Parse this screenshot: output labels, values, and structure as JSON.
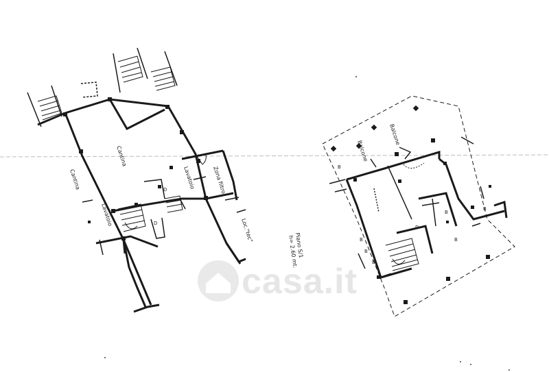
{
  "watermark": {
    "text": "casa.it"
  },
  "left_plan": {
    "labels": {
      "cantina_1": "Cantina",
      "cantina_2": "Cantina",
      "lavatoio_1": "Lavatoio",
      "lavatoio_2": "Lavatoio",
      "zona_filtro": "Zona filtro",
      "loc_tec": "Loc.\"tec\"",
      "d_1": "D",
      "d_2": "D"
    }
  },
  "floor_info": {
    "piano": "Piano S/1",
    "height": "h= 2.60 mt."
  },
  "right_plan": {
    "labels": {
      "balcone_1": "Balcone",
      "balcone_2": "Balcone",
      "d": "D",
      "b_1": "B",
      "b_2": "B",
      "b_3": "B",
      "b_4": "B",
      "b_5": "B",
      "b_6": "B",
      "b_7": "B"
    }
  }
}
